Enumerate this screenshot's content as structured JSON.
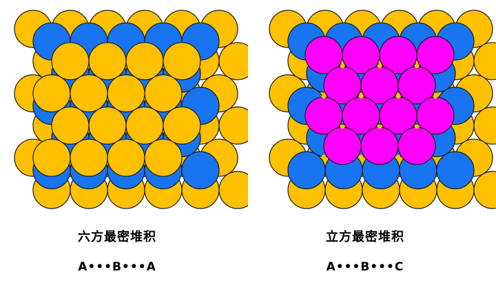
{
  "left": {
    "title": "六方最密堆积",
    "sequence": "A•••B•••A"
  },
  "right": {
    "title": "立方最密堆积",
    "sequence": "A•••B•••C"
  },
  "colors": {
    "layer_a": "#FFC000",
    "layer_b": "#1874F0",
    "layer_c": "#FF00FF",
    "outline": "#1a1a1a",
    "gap_dot": "#FFC000"
  }
}
